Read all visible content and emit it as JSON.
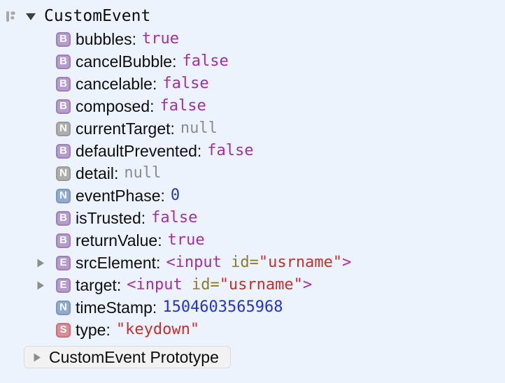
{
  "header": {
    "icon": "tree-outline-icon",
    "disclosure": "expanded",
    "title": "CustomEvent"
  },
  "properties": [
    {
      "badge_letter": "B",
      "badge_kind": "boolean",
      "badge_color": "purple",
      "expandable": false,
      "label": "bubbles:",
      "value_parts": [
        {
          "text": "true",
          "type": "boolean"
        }
      ]
    },
    {
      "badge_letter": "B",
      "badge_kind": "boolean",
      "badge_color": "purple",
      "expandable": false,
      "label": "cancelBubble:",
      "value_parts": [
        {
          "text": "false",
          "type": "boolean"
        }
      ]
    },
    {
      "badge_letter": "B",
      "badge_kind": "boolean",
      "badge_color": "purple",
      "expandable": false,
      "label": "cancelable:",
      "value_parts": [
        {
          "text": "false",
          "type": "boolean"
        }
      ]
    },
    {
      "badge_letter": "B",
      "badge_kind": "boolean",
      "badge_color": "purple",
      "expandable": false,
      "label": "composed:",
      "value_parts": [
        {
          "text": "false",
          "type": "boolean"
        }
      ]
    },
    {
      "badge_letter": "N",
      "badge_kind": "null",
      "badge_color": "gray",
      "expandable": false,
      "label": "currentTarget:",
      "value_parts": [
        {
          "text": "null",
          "type": "null"
        }
      ]
    },
    {
      "badge_letter": "B",
      "badge_kind": "boolean",
      "badge_color": "purple",
      "expandable": false,
      "label": "defaultPrevented:",
      "value_parts": [
        {
          "text": "false",
          "type": "boolean"
        }
      ]
    },
    {
      "badge_letter": "N",
      "badge_kind": "null",
      "badge_color": "gray",
      "expandable": false,
      "label": "detail:",
      "value_parts": [
        {
          "text": "null",
          "type": "null"
        }
      ]
    },
    {
      "badge_letter": "N",
      "badge_kind": "number",
      "badge_color": "blue",
      "expandable": false,
      "label": "eventPhase:",
      "value_parts": [
        {
          "text": "0",
          "type": "number"
        }
      ]
    },
    {
      "badge_letter": "B",
      "badge_kind": "boolean",
      "badge_color": "purple",
      "expandable": false,
      "label": "isTrusted:",
      "value_parts": [
        {
          "text": "false",
          "type": "boolean"
        }
      ]
    },
    {
      "badge_letter": "B",
      "badge_kind": "boolean",
      "badge_color": "purple",
      "expandable": false,
      "label": "returnValue:",
      "value_parts": [
        {
          "text": "true",
          "type": "boolean"
        }
      ]
    },
    {
      "badge_letter": "E",
      "badge_kind": "element",
      "badge_color": "purple",
      "expandable": true,
      "label": "srcElement:",
      "value_parts": [
        {
          "text": "<input",
          "type": "tag"
        },
        {
          "text": " id=",
          "type": "attr"
        },
        {
          "text": "\"usrname\"",
          "type": "string"
        },
        {
          "text": ">",
          "type": "tag"
        }
      ]
    },
    {
      "badge_letter": "E",
      "badge_kind": "element",
      "badge_color": "purple",
      "expandable": true,
      "label": "target:",
      "value_parts": [
        {
          "text": "<input",
          "type": "tag"
        },
        {
          "text": " id=",
          "type": "attr"
        },
        {
          "text": "\"usrname\"",
          "type": "string"
        },
        {
          "text": ">",
          "type": "tag"
        }
      ]
    },
    {
      "badge_letter": "N",
      "badge_kind": "number",
      "badge_color": "blue",
      "expandable": false,
      "label": "timeStamp:",
      "value_parts": [
        {
          "text": "1504603565968",
          "type": "number"
        }
      ]
    },
    {
      "badge_letter": "S",
      "badge_kind": "string",
      "badge_color": "red",
      "expandable": false,
      "label": "type:",
      "value_parts": [
        {
          "text": "\"keydown\"",
          "type": "string"
        }
      ]
    }
  ],
  "prototype_row": {
    "label": "CustomEvent Prototype",
    "disclosure": "collapsed"
  },
  "colors": {
    "background": "#EDF3FD",
    "text": "#0D0D0D",
    "value_boolean": "#A22FA5",
    "value_null": "#8C8C8C",
    "value_number": "#2233CE",
    "value_string": "#C5302B",
    "value_tag": "#A22FA5",
    "value_attr_name": "#8C7B2C",
    "badge_purple_bg": "#B59CCA",
    "badge_purple_border": "#9C80B8",
    "badge_gray_bg": "#AEAEAE",
    "badge_gray_border": "#9A9A9A",
    "badge_blue_bg": "#91AACE",
    "badge_blue_border": "#7E97BD",
    "badge_red_bg": "#D98E97",
    "badge_red_border": "#C7717C",
    "disclosure_gray": "#8D8D8D",
    "disclosure_dark": "#3F3F3F",
    "tree_icon_gray": "#A8A8A8",
    "prototype_bg": "#F2F2F3",
    "prototype_border": "#DCDCDC"
  }
}
